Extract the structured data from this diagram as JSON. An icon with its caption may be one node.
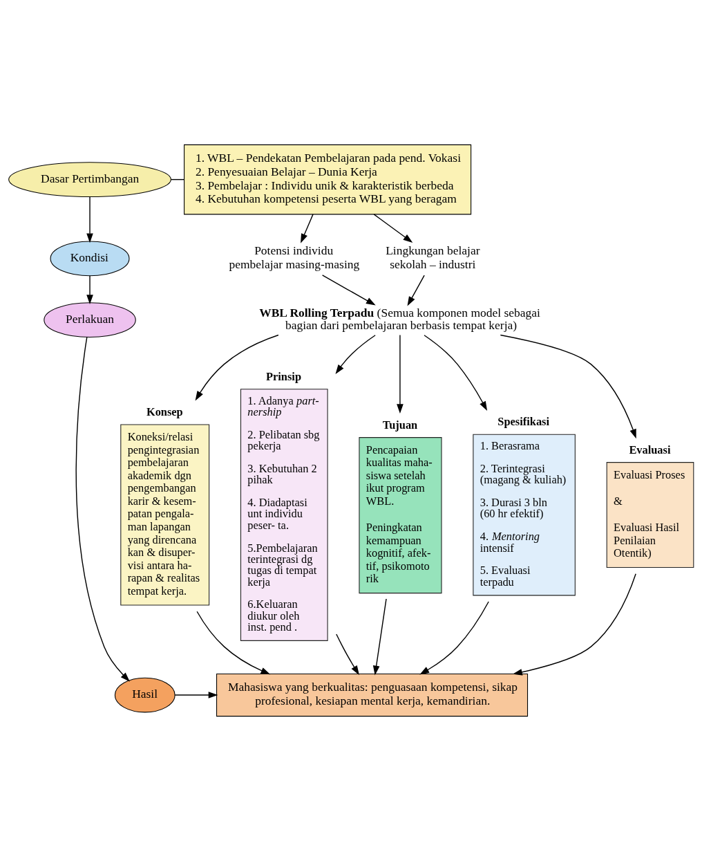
{
  "diagram": {
    "nodes": [
      {
        "text": [
          "Dasar Pertimbangan"
        ]
      },
      {
        "text": [
          "Kondisi"
        ]
      },
      {
        "text": [
          "Perlakuan"
        ]
      },
      {
        "text": [
          "Hasil"
        ]
      },
      {
        "text": [
          "1. WBL – Pendekatan Pembelajaran pada pend. Vokasi",
          "2. Penyesuaian  Belajar – Dunia Kerja",
          "3. Pembelajar : Individu unik & karakteristik  berbeda",
          "4. Kebutuhan kompetensi peserta WBL yang beragam"
        ]
      },
      {
        "text": [
          "Potensi individu pembelajar masing-masing"
        ]
      },
      {
        "text": [
          "Lingkungan belajar sekolah – industri"
        ]
      },
      {
        "text": [
          "**WBL Rolling Terpadu** (Semua komponen model sebagai bagian dari pembelajaran berbasis tempat kerja)"
        ]
      },
      {
        "text": [
          "Konsep",
          "Koneksi/relasi pengintegrasian pembelajaran akademik dgn pengembangan karir & kesem- patan pengala- man lapangan yang direncana kan & disuper- visi antara ha- rapan & realitas tempat kerja."
        ]
      },
      {
        "text": [
          "Prinsip",
          "1. Adanya *part- nership*",
          "2. Pelibatan sbg pekerja",
          "3. Kebutuhan 2 pihak",
          "4. Diadaptasi unt individu peser- ta.",
          "5.Pembelajaran terintegrasi dg tugas di tempat kerja",
          "6.Keluaran diukur oleh inst. pend ."
        ]
      },
      {
        "text": [
          "Tujuan",
          "Pencapaian kualitas maha- siswa setelah ikut program WBL.",
          "Peningkatan kemampuan kognitif, afek- tif, psikomoto rik"
        ]
      },
      {
        "text": [
          "Spesifikasi",
          "1. Berasrama",
          "2. Terintegrasi (magang & kuliah)",
          "3. Durasi 3 bln (60 hr efektif)",
          "4. *Mentoring* intensif",
          "5. Evaluasi terpadu"
        ]
      },
      {
        "text": [
          "Evaluasi",
          "Evaluasi Proses",
          "&",
          "Evaluasi Hasil Penilaian Otentik)"
        ]
      },
      {
        "text": [
          "Mahasiswa yang berkualitas: penguasaan kompetensi, sikap profesional, kesiapan mental kerja, kemandirian."
        ]
      }
    ],
    "edges": [
      {
        "from": 0,
        "to": 4,
        "arrow": "none"
      },
      {
        "from": 0,
        "to": 1,
        "arrow": "to"
      },
      {
        "from": 1,
        "to": 2,
        "arrow": "to"
      },
      {
        "from": 2,
        "to": 3,
        "arrow": "to"
      },
      {
        "from": 4,
        "to": 5,
        "arrow": "to"
      },
      {
        "from": 4,
        "to": 6,
        "arrow": "to"
      },
      {
        "from": 5,
        "to": 7,
        "arrow": "to"
      },
      {
        "from": 6,
        "to": 7,
        "arrow": "to"
      },
      {
        "from": 7,
        "to": 8,
        "arrow": "to"
      },
      {
        "from": 7,
        "to": 9,
        "arrow": "to"
      },
      {
        "from": 7,
        "to": 10,
        "arrow": "to"
      },
      {
        "from": 7,
        "to": 11,
        "arrow": "to"
      },
      {
        "from": 7,
        "to": 12,
        "arrow": "to"
      },
      {
        "from": 8,
        "to": 13,
        "arrow": "to"
      },
      {
        "from": 9,
        "to": 13,
        "arrow": "to"
      },
      {
        "from": 10,
        "to": 13,
        "arrow": "to"
      },
      {
        "from": 11,
        "to": 13,
        "arrow": "to"
      },
      {
        "from": 12,
        "to": 13,
        "arrow": "to"
      },
      {
        "from": 3,
        "to": 13,
        "arrow": "to"
      }
    ]
  }
}
